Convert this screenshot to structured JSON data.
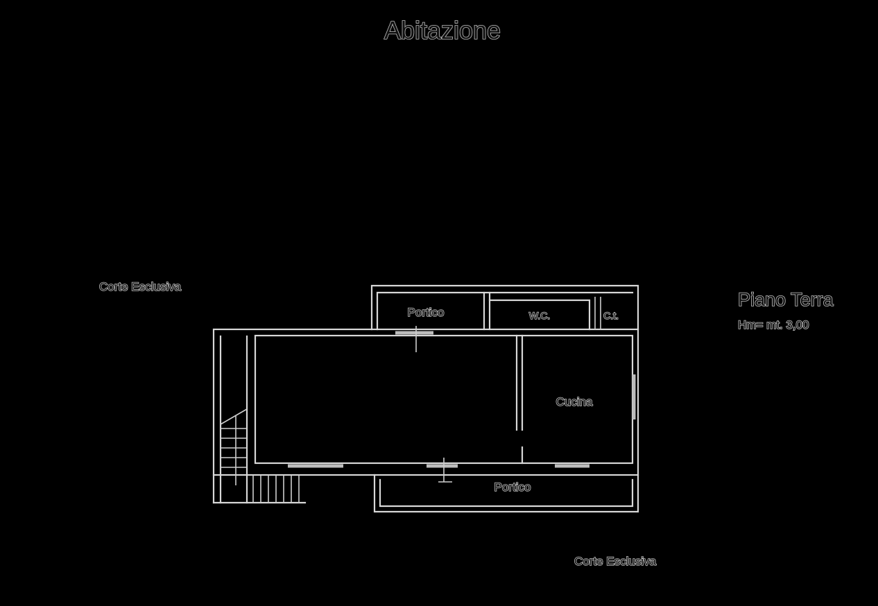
{
  "title": "Abitazione",
  "floor": {
    "name": "Piano Terra",
    "height": "Hm= mt. 3,00"
  },
  "rooms": {
    "portico_top": "Portico",
    "wc": "W.C.",
    "closet": "C.t.",
    "kitchen": "Cucina",
    "portico_bottom": "Portico"
  },
  "yard_labels": {
    "left": "Corte Esclusiva",
    "bottom": "Corte Esclusiva"
  },
  "colors": {
    "background": "#000000",
    "lines": "#d8d8d8"
  }
}
